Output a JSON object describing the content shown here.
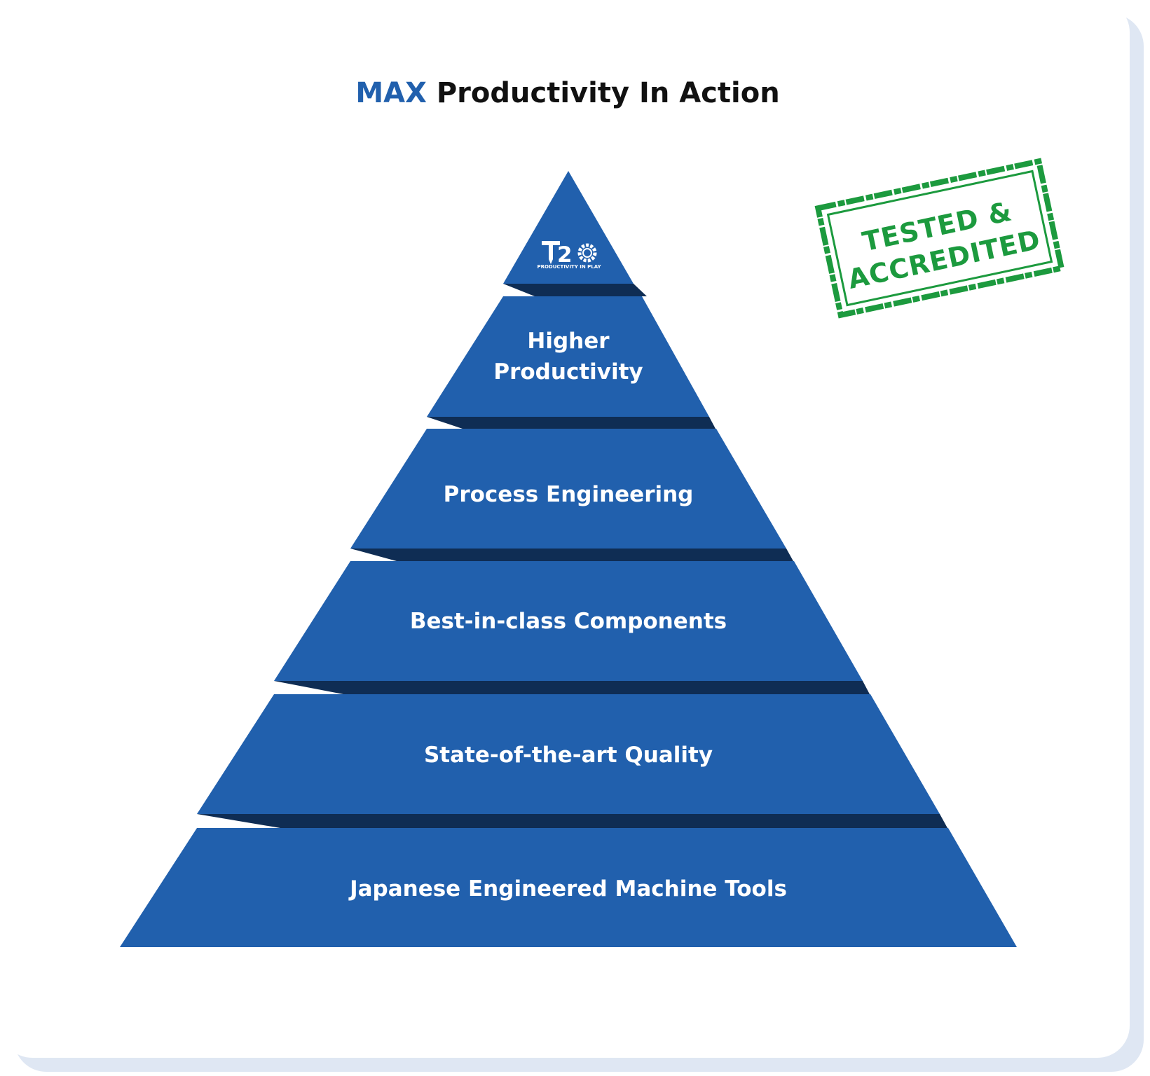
{
  "title": {
    "accent": "MAX",
    "rest": "Productivity In Action"
  },
  "colors": {
    "tier_fill": "#2160ad",
    "tier_shadow": "#0f2d54",
    "title_accent": "#2160ad",
    "stamp_green": "#1c9a3e",
    "card_shadow": "#dfe7f3"
  },
  "pyramid": {
    "apex": {
      "logo": {
        "mark": "T2O",
        "caption": "PRODUCTIVITY IN PLAY",
        "icon": "t2o-logo-icon"
      }
    },
    "tiers": [
      {
        "lines": [
          "Higher",
          "Productivity"
        ]
      },
      {
        "lines": [
          "Process Engineering"
        ]
      },
      {
        "lines": [
          "Best-in-class Components"
        ]
      },
      {
        "lines": [
          "State-of-the-art Quality"
        ]
      },
      {
        "lines": [
          "Japanese Engineered Machine Tools"
        ]
      }
    ]
  },
  "stamp": {
    "line1": "TESTED &",
    "line2": "ACCREDITED"
  }
}
